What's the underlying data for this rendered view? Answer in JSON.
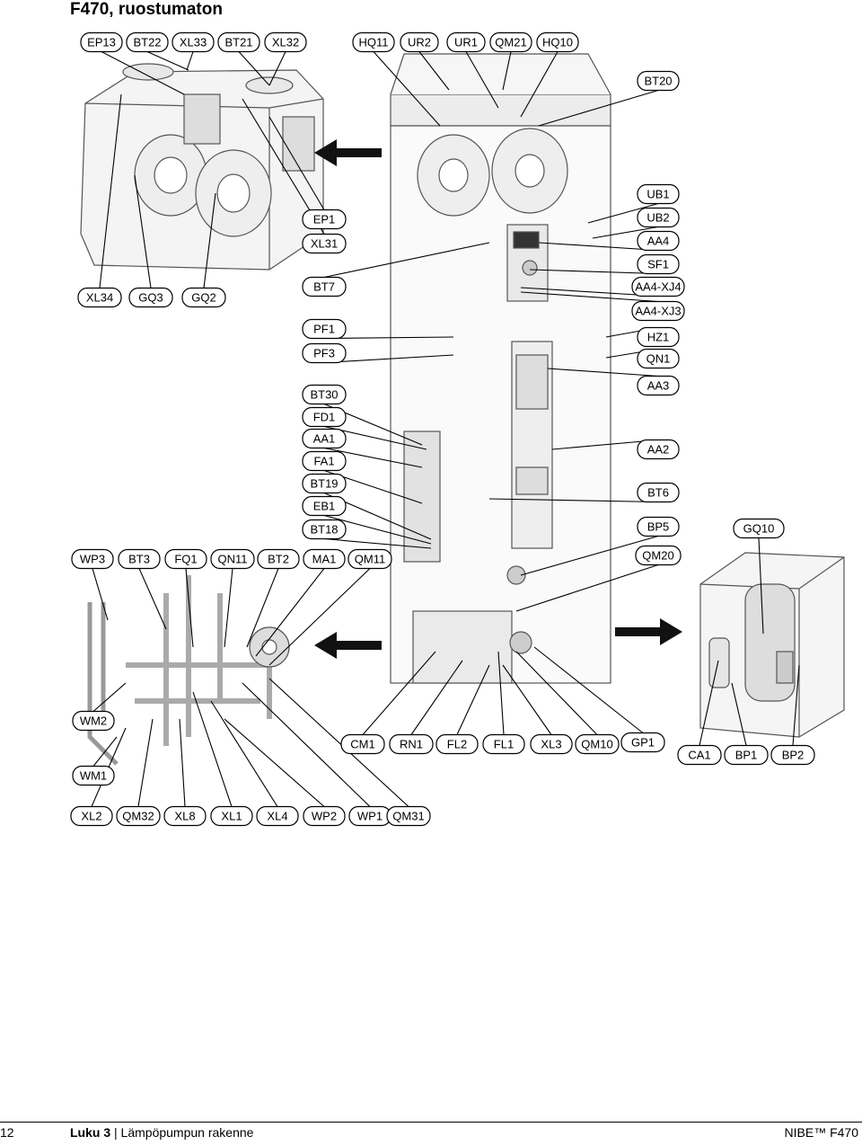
{
  "title": "F470, ruostumaton",
  "footer": {
    "page_number": "12",
    "chapter_prefix": "Luku 3",
    "chapter_separator": "|",
    "chapter_title": "Lämpöpumpun rakenne",
    "product": "NIBE™ F470"
  },
  "labels": {
    "EP13": "EP13",
    "BT22": "BT22",
    "XL33": "XL33",
    "BT21": "BT21",
    "XL32": "XL32",
    "HQ11": "HQ11",
    "UR2": "UR2",
    "UR1": "UR1",
    "QM21": "QM21",
    "HQ10": "HQ10",
    "BT20": "BT20",
    "UB1": "UB1",
    "UB2": "UB2",
    "AA4": "AA4",
    "SF1": "SF1",
    "AA4_XJ4": "AA4-XJ4",
    "AA4_XJ3": "AA4-XJ3",
    "HZ1": "HZ1",
    "QN1": "QN1",
    "AA3": "AA3",
    "AA2": "AA2",
    "BT6": "BT6",
    "BP5": "BP5",
    "QM20": "QM20",
    "GQ10": "GQ10",
    "EP1": "EP1",
    "XL31": "XL31",
    "XL34": "XL34",
    "GQ3": "GQ3",
    "GQ2": "GQ2",
    "BT7": "BT7",
    "PF1": "PF1",
    "PF3": "PF3",
    "BT30": "BT30",
    "FD1": "FD1",
    "AA1": "AA1",
    "FA1": "FA1",
    "BT19": "BT19",
    "EB1": "EB1",
    "BT18": "BT18",
    "WP3": "WP3",
    "BT3": "BT3",
    "FQ1": "FQ1",
    "QN11": "QN11",
    "BT2": "BT2",
    "MA1": "MA1",
    "QM11": "QM11",
    "WM2": "WM2",
    "WM1": "WM1",
    "CM1": "CM1",
    "RN1": "RN1",
    "FL2": "FL2",
    "FL1": "FL1",
    "XL3": "XL3",
    "QM10": "QM10",
    "GP1": "GP1",
    "CA1": "CA1",
    "BP1": "BP1",
    "BP2": "BP2",
    "XL2": "XL2",
    "QM32": "QM32",
    "XL8": "XL8",
    "XL1": "XL1",
    "XL4": "XL4",
    "WP2": "WP2",
    "WP1": "WP1",
    "QM31": "QM31"
  }
}
